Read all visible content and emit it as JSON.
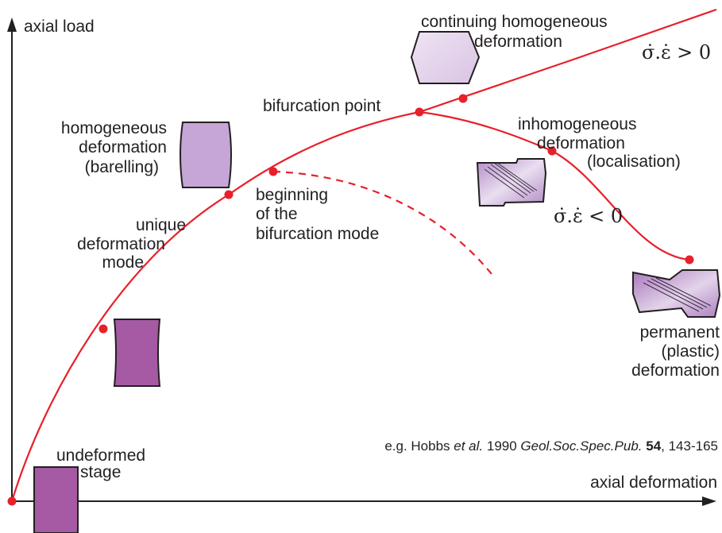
{
  "axes": {
    "y_label": "axial load",
    "x_label": "axial deformation"
  },
  "labels": {
    "continuing": [
      "continuing homogeneous",
      "deformation"
    ],
    "sigma_pos": "σ̇.ε̇ > 0",
    "sigma_neg": "σ̇.ε̇ < 0",
    "bifurcation_point": "bifurcation point",
    "homogeneous": [
      "homogeneous",
      "deformation",
      "(barelling)"
    ],
    "inhomogeneous": [
      "inhomogeneous",
      "deformation",
      "(localisation)"
    ],
    "beginning": [
      "beginning",
      "of the",
      "bifurcation mode"
    ],
    "unique": [
      "unique",
      "deformation",
      "mode"
    ],
    "permanent": [
      "permanent",
      "(plastic)",
      "deformation"
    ],
    "undeformed": [
      "undeformed",
      "stage"
    ]
  },
  "citation": {
    "pre": "e.g. Hobbs ",
    "etal": "et al.",
    "year": " 1990 ",
    "journal": "Geol.Soc.Spec.Pub.",
    "sp": " ",
    "volume": "54",
    "pages": ", 143-165"
  },
  "colors": {
    "curve": "#e8202a",
    "axis": "#231f20",
    "sample_dark": "#a55aa3",
    "sample_mid": "#b089be",
    "sample_light": "#c9addb",
    "sample_pale": "#e6d8ee"
  }
}
